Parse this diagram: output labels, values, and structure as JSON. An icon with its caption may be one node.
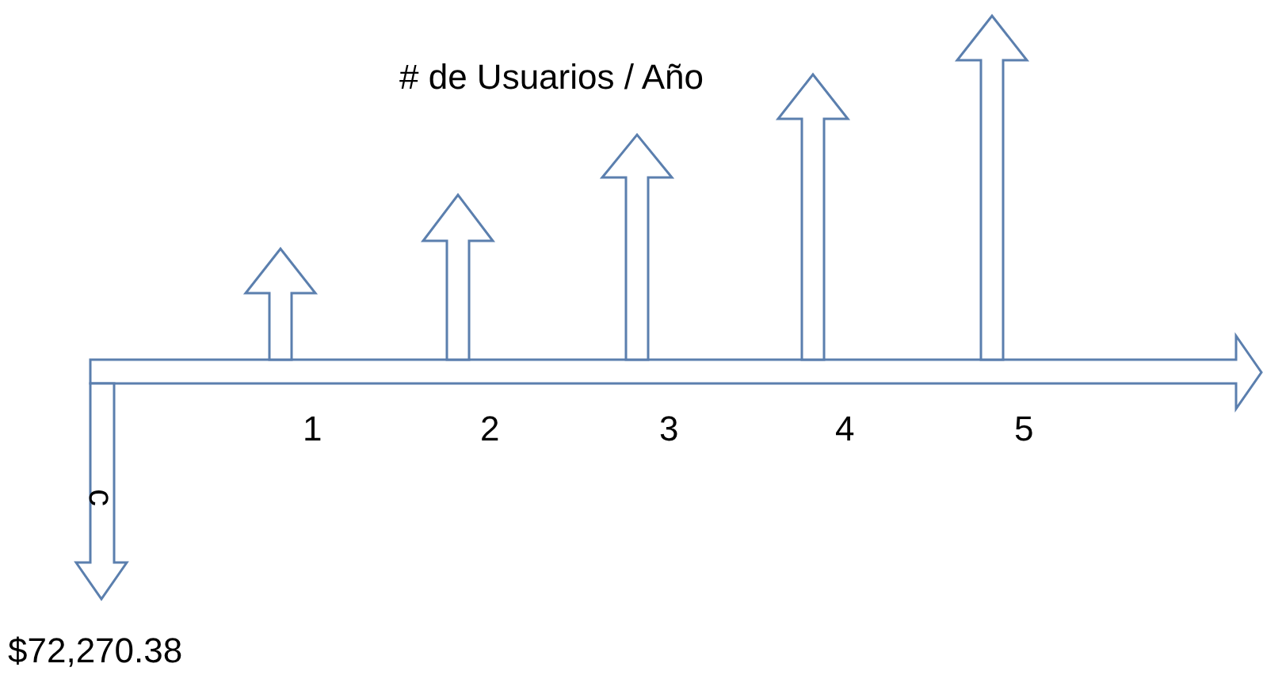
{
  "diagram": {
    "title": "# de Usuarios / Año",
    "labels": [
      "1",
      "2",
      "3",
      "4",
      "5",
      "c",
      "$72,270.38"
    ]
  }
}
